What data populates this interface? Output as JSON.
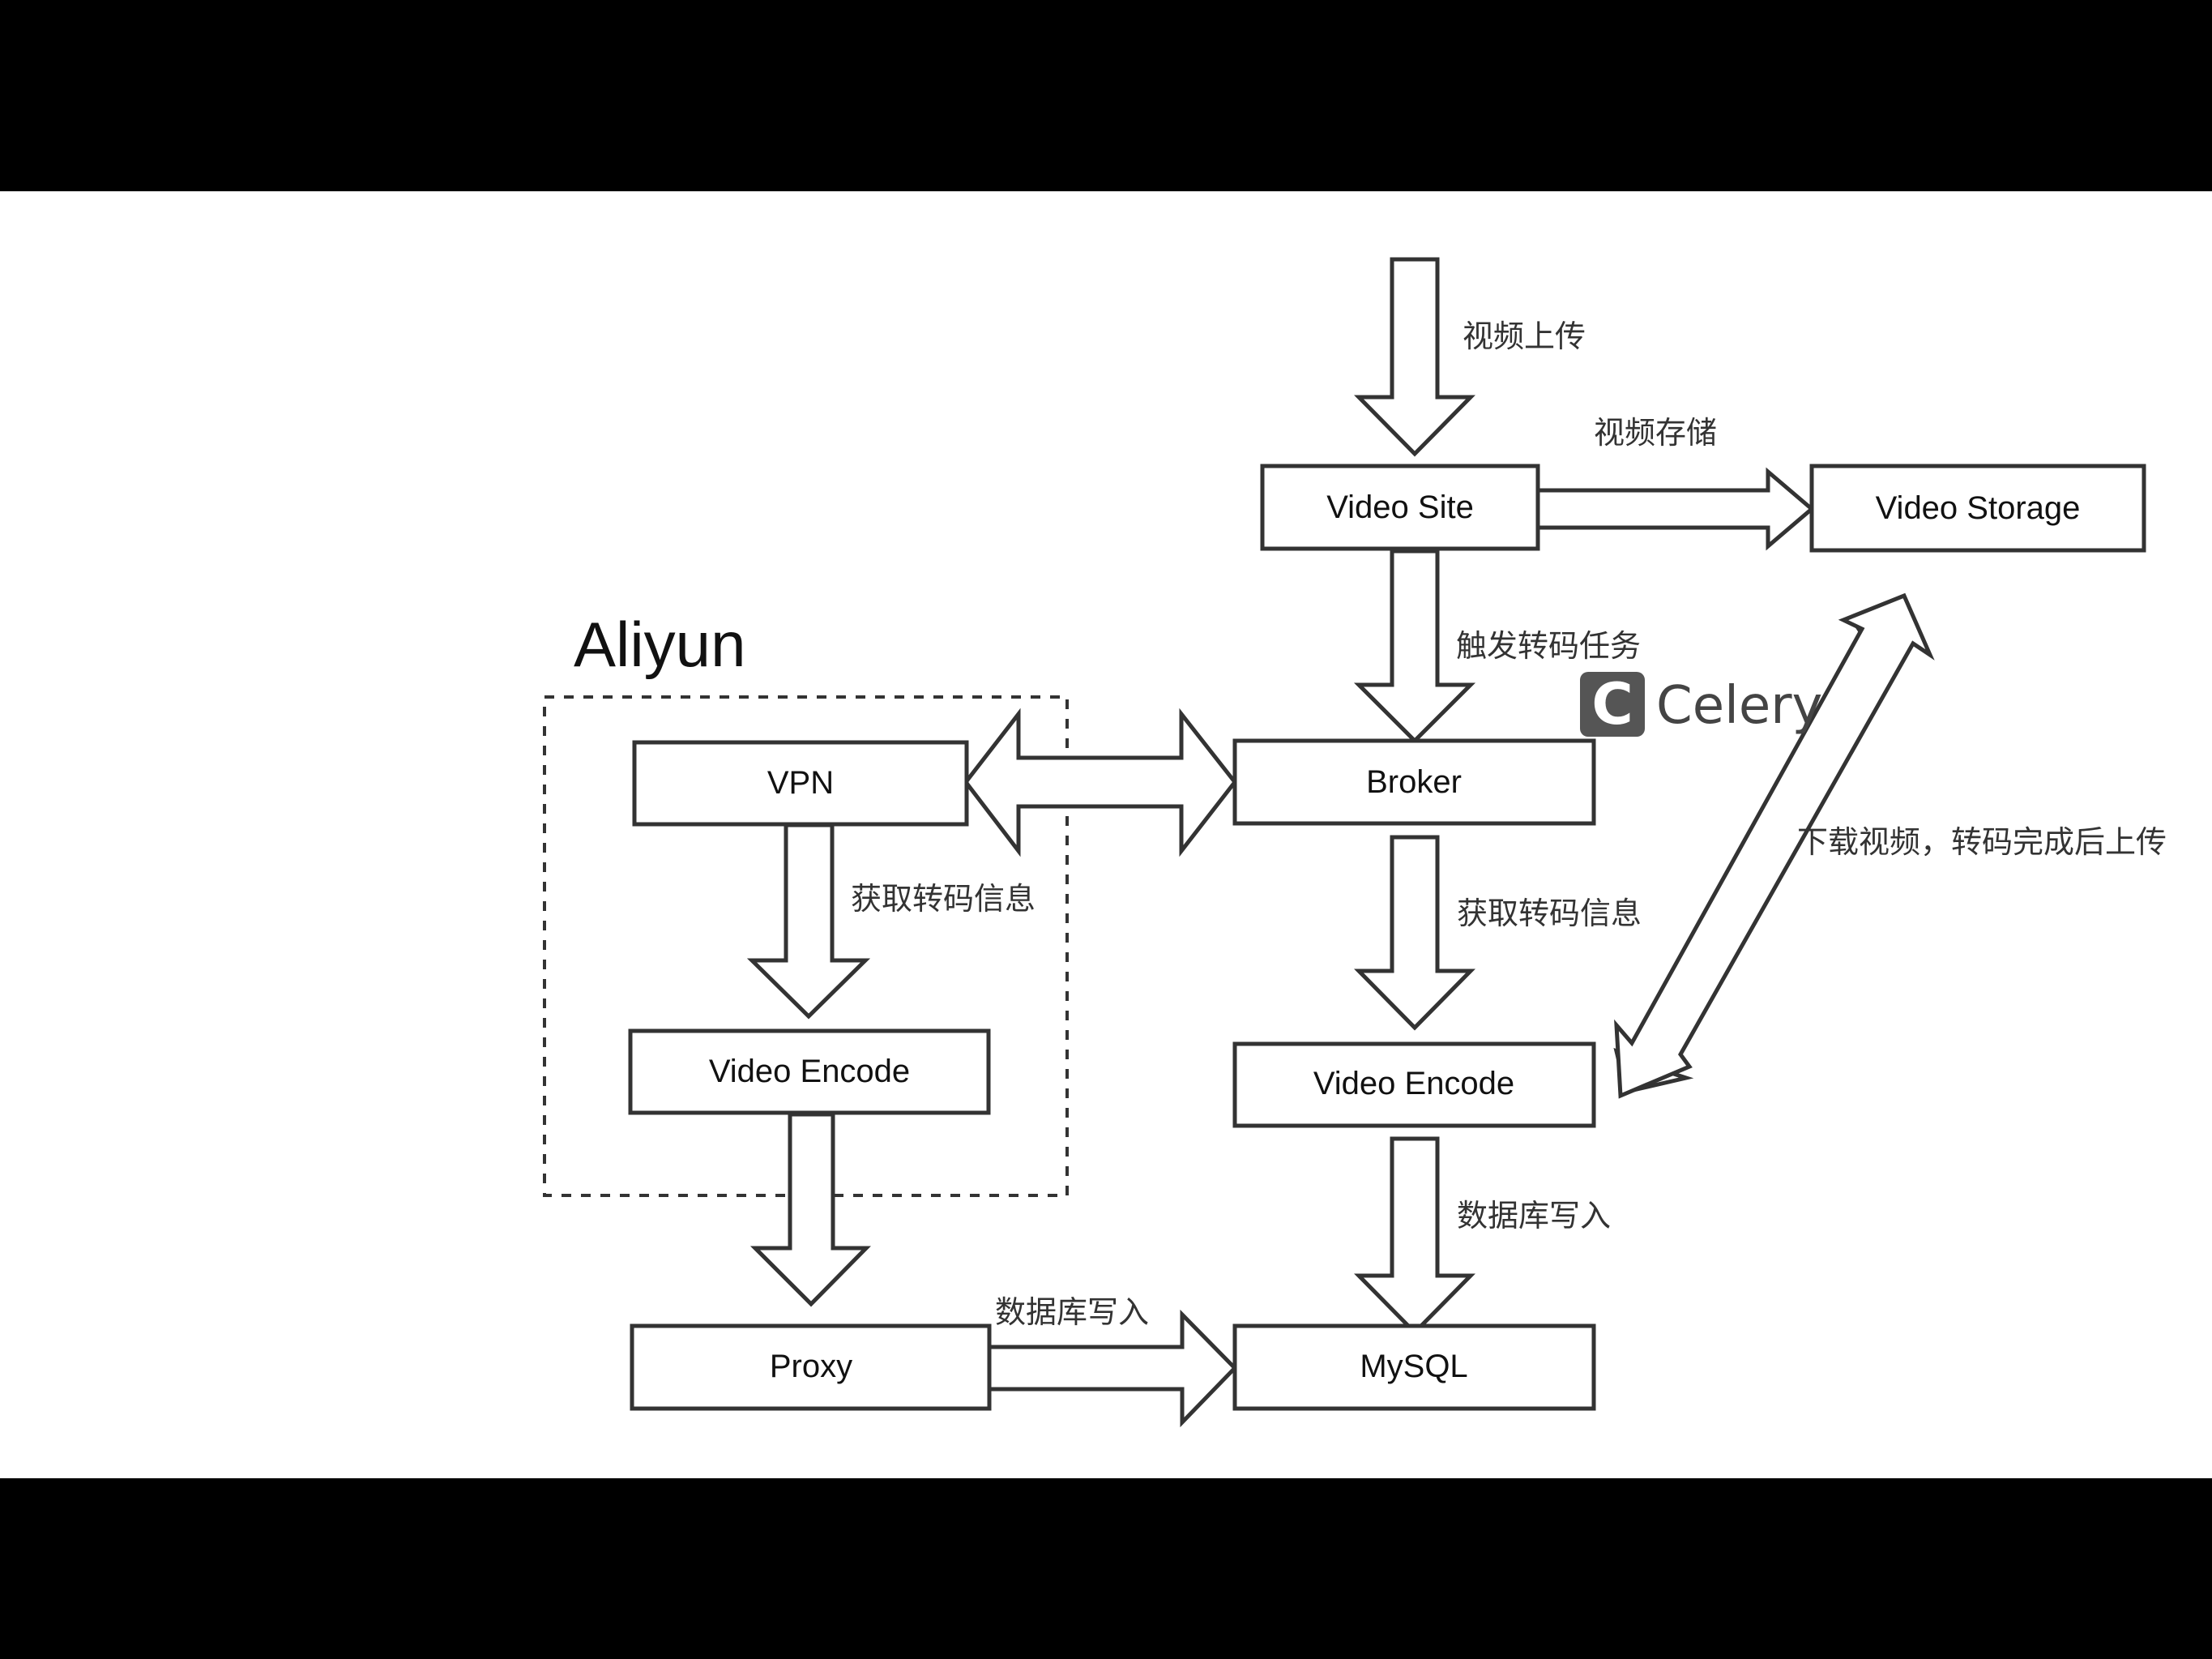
{
  "diagram": {
    "region_label": "Aliyun",
    "logo": {
      "text": "Celery",
      "mark": "C"
    },
    "nodes": {
      "video_site": "Video Site",
      "video_storage": "Video Storage",
      "broker": "Broker",
      "vpn": "VPN",
      "video_encode_aliyun": "Video Encode",
      "video_encode_local": "Video Encode",
      "proxy": "Proxy",
      "mysql": "MySQL"
    },
    "edges": {
      "upload": "视频上传",
      "storage": "视频存储",
      "trigger": "触发转码任务",
      "fetch_aliyun": "获取转码信息",
      "fetch_local": "获取转码信息",
      "download_upload": "下载视频，转码完成后上传",
      "db_write_local": "数据库写入",
      "db_write_proxy": "数据库写入"
    },
    "colors": {
      "background": "#ffffff",
      "frame": "#000000",
      "stroke": "#333333"
    }
  }
}
